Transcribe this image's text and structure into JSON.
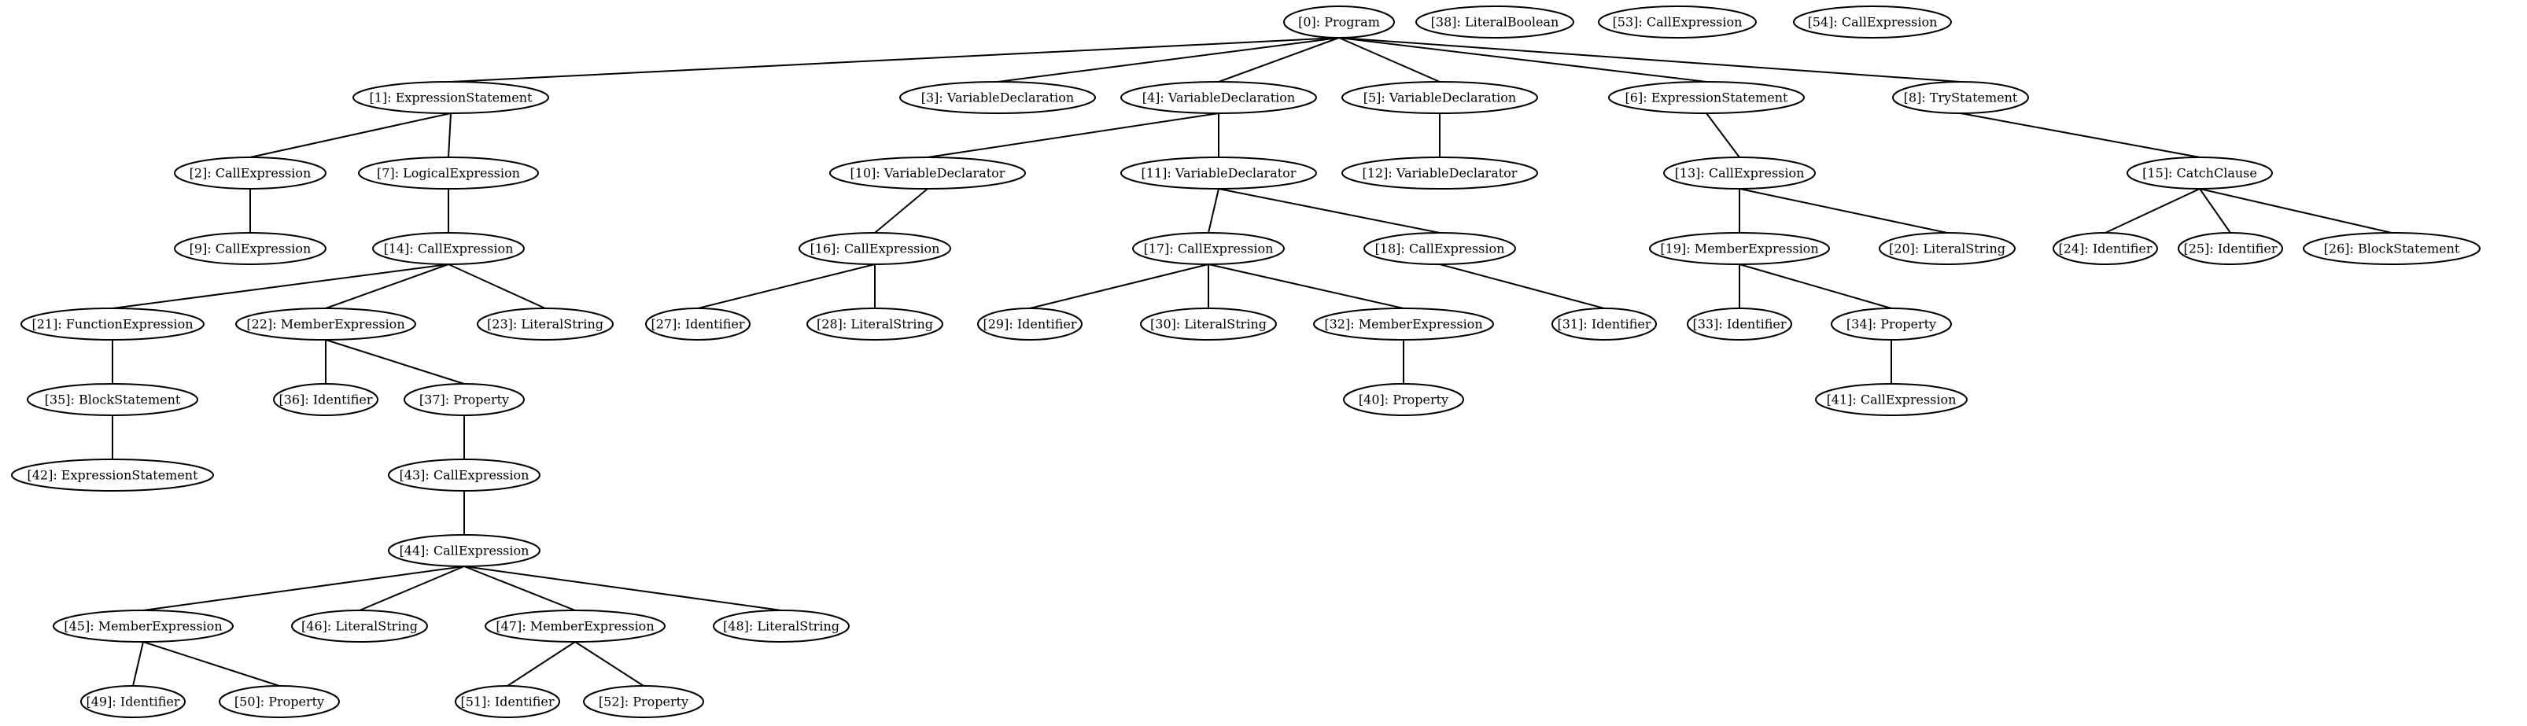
{
  "nodes": [
    {
      "id": 0,
      "label": "[0]: Program"
    },
    {
      "id": 1,
      "label": "[1]: ExpressionStatement"
    },
    {
      "id": 2,
      "label": "[2]: CallExpression"
    },
    {
      "id": 3,
      "label": "[3]: VariableDeclaration"
    },
    {
      "id": 4,
      "label": "[4]: VariableDeclaration"
    },
    {
      "id": 5,
      "label": "[5]: VariableDeclaration"
    },
    {
      "id": 6,
      "label": "[6]: ExpressionStatement"
    },
    {
      "id": 7,
      "label": "[7]: LogicalExpression"
    },
    {
      "id": 8,
      "label": "[8]: TryStatement"
    },
    {
      "id": 9,
      "label": "[9]: CallExpression"
    },
    {
      "id": 10,
      "label": "[10]: VariableDeclarator"
    },
    {
      "id": 11,
      "label": "[11]: VariableDeclarator"
    },
    {
      "id": 12,
      "label": "[12]: VariableDeclarator"
    },
    {
      "id": 13,
      "label": "[13]: CallExpression"
    },
    {
      "id": 14,
      "label": "[14]: CallExpression"
    },
    {
      "id": 15,
      "label": "[15]: CatchClause"
    },
    {
      "id": 16,
      "label": "[16]: CallExpression"
    },
    {
      "id": 17,
      "label": "[17]: CallExpression"
    },
    {
      "id": 18,
      "label": "[18]: CallExpression"
    },
    {
      "id": 19,
      "label": "[19]: MemberExpression"
    },
    {
      "id": 20,
      "label": "[20]: LiteralString"
    },
    {
      "id": 21,
      "label": "[21]: FunctionExpression"
    },
    {
      "id": 22,
      "label": "[22]: MemberExpression"
    },
    {
      "id": 23,
      "label": "[23]: LiteralString"
    },
    {
      "id": 24,
      "label": "[24]: Identifier"
    },
    {
      "id": 25,
      "label": "[25]: Identifier"
    },
    {
      "id": 26,
      "label": "[26]: BlockStatement"
    },
    {
      "id": 27,
      "label": "[27]: Identifier"
    },
    {
      "id": 28,
      "label": "[28]: LiteralString"
    },
    {
      "id": 29,
      "label": "[29]: Identifier"
    },
    {
      "id": 30,
      "label": "[30]: LiteralString"
    },
    {
      "id": 31,
      "label": "[31]: Identifier"
    },
    {
      "id": 32,
      "label": "[32]: MemberExpression"
    },
    {
      "id": 33,
      "label": "[33]: Identifier"
    },
    {
      "id": 34,
      "label": "[34]: Property"
    },
    {
      "id": 35,
      "label": "[35]: BlockStatement"
    },
    {
      "id": 36,
      "label": "[36]: Identifier"
    },
    {
      "id": 37,
      "label": "[37]: Property"
    },
    {
      "id": 38,
      "label": "[38]: LiteralBoolean"
    },
    {
      "id": 40,
      "label": "[40]: Property"
    },
    {
      "id": 41,
      "label": "[41]: CallExpression"
    },
    {
      "id": 42,
      "label": "[42]: ExpressionStatement"
    },
    {
      "id": 43,
      "label": "[43]: CallExpression"
    },
    {
      "id": 44,
      "label": "[44]: CallExpression"
    },
    {
      "id": 45,
      "label": "[45]: MemberExpression"
    },
    {
      "id": 46,
      "label": "[46]: LiteralString"
    },
    {
      "id": 47,
      "label": "[47]: MemberExpression"
    },
    {
      "id": 48,
      "label": "[48]: LiteralString"
    },
    {
      "id": 49,
      "label": "[49]: Identifier"
    },
    {
      "id": 50,
      "label": "[50]: Property"
    },
    {
      "id": 51,
      "label": "[51]: Identifier"
    },
    {
      "id": 52,
      "label": "[52]: Property"
    },
    {
      "id": 53,
      "label": "[53]: CallExpression"
    },
    {
      "id": 54,
      "label": "[54]: CallExpression"
    }
  ],
  "edges": [
    [
      0,
      1
    ],
    [
      0,
      3
    ],
    [
      0,
      4
    ],
    [
      0,
      5
    ],
    [
      0,
      6
    ],
    [
      0,
      8
    ],
    [
      1,
      2
    ],
    [
      1,
      7
    ],
    [
      2,
      9
    ],
    [
      7,
      14
    ],
    [
      14,
      21
    ],
    [
      14,
      22
    ],
    [
      14,
      23
    ],
    [
      21,
      35
    ],
    [
      35,
      42
    ],
    [
      22,
      36
    ],
    [
      22,
      37
    ],
    [
      37,
      43
    ],
    [
      43,
      44
    ],
    [
      44,
      45
    ],
    [
      44,
      46
    ],
    [
      44,
      47
    ],
    [
      44,
      48
    ],
    [
      45,
      49
    ],
    [
      45,
      50
    ],
    [
      47,
      51
    ],
    [
      47,
      52
    ],
    [
      4,
      10
    ],
    [
      4,
      11
    ],
    [
      10,
      16
    ],
    [
      16,
      27
    ],
    [
      16,
      28
    ],
    [
      11,
      17
    ],
    [
      11,
      18
    ],
    [
      17,
      29
    ],
    [
      17,
      30
    ],
    [
      17,
      32
    ],
    [
      32,
      40
    ],
    [
      18,
      31
    ],
    [
      5,
      12
    ],
    [
      6,
      13
    ],
    [
      13,
      19
    ],
    [
      13,
      20
    ],
    [
      19,
      33
    ],
    [
      19,
      34
    ],
    [
      34,
      41
    ],
    [
      8,
      15
    ],
    [
      15,
      24
    ],
    [
      15,
      25
    ],
    [
      15,
      26
    ]
  ]
}
